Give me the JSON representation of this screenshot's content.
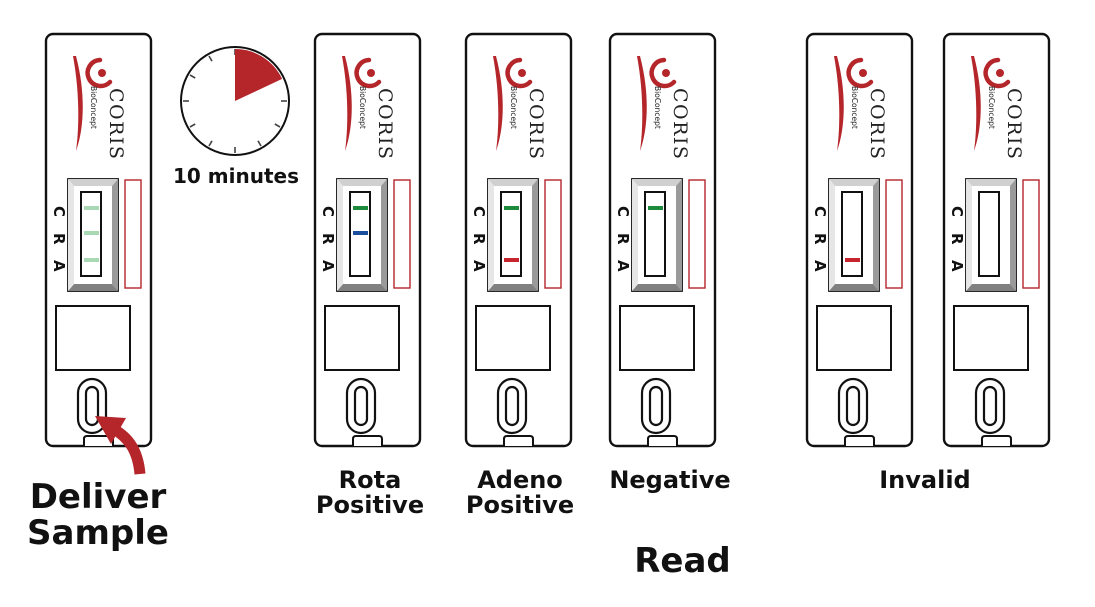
{
  "timer": {
    "label": "10 minutes",
    "elapsed_fraction": 0.18
  },
  "brand": {
    "name": "CORIS",
    "sub": "BioConcept"
  },
  "window_letters": [
    "C",
    "R",
    "A"
  ],
  "colors": {
    "brand_red": "#b5262b",
    "control_line": "#1e8a3c",
    "rota_line": "#1a4fa0",
    "adeno_line": "#c7252d",
    "faint_line": "#a9d8b4",
    "outline": "#111111",
    "bevel_gray": "#9a9a9a"
  },
  "instructions": {
    "deliver": [
      "Deliver",
      "Sample"
    ],
    "read": "Read"
  },
  "cassettes": [
    {
      "id": "sample",
      "label": [],
      "lines": [
        "faint",
        "faint",
        "faint"
      ]
    },
    {
      "id": "rota",
      "label": [
        "Rota",
        "Positive"
      ],
      "lines": [
        "control",
        "rota",
        null
      ]
    },
    {
      "id": "adeno",
      "label": [
        "Adeno",
        "Positive"
      ],
      "lines": [
        "control",
        null,
        "adeno"
      ]
    },
    {
      "id": "negative",
      "label": [
        "Negative"
      ],
      "lines": [
        "control",
        null,
        null
      ]
    },
    {
      "id": "invalid-1",
      "label": [],
      "lines": [
        null,
        null,
        "adeno"
      ]
    },
    {
      "id": "invalid-2",
      "label": [],
      "lines": [
        null,
        null,
        null
      ]
    }
  ],
  "invalid_label": "Invalid"
}
